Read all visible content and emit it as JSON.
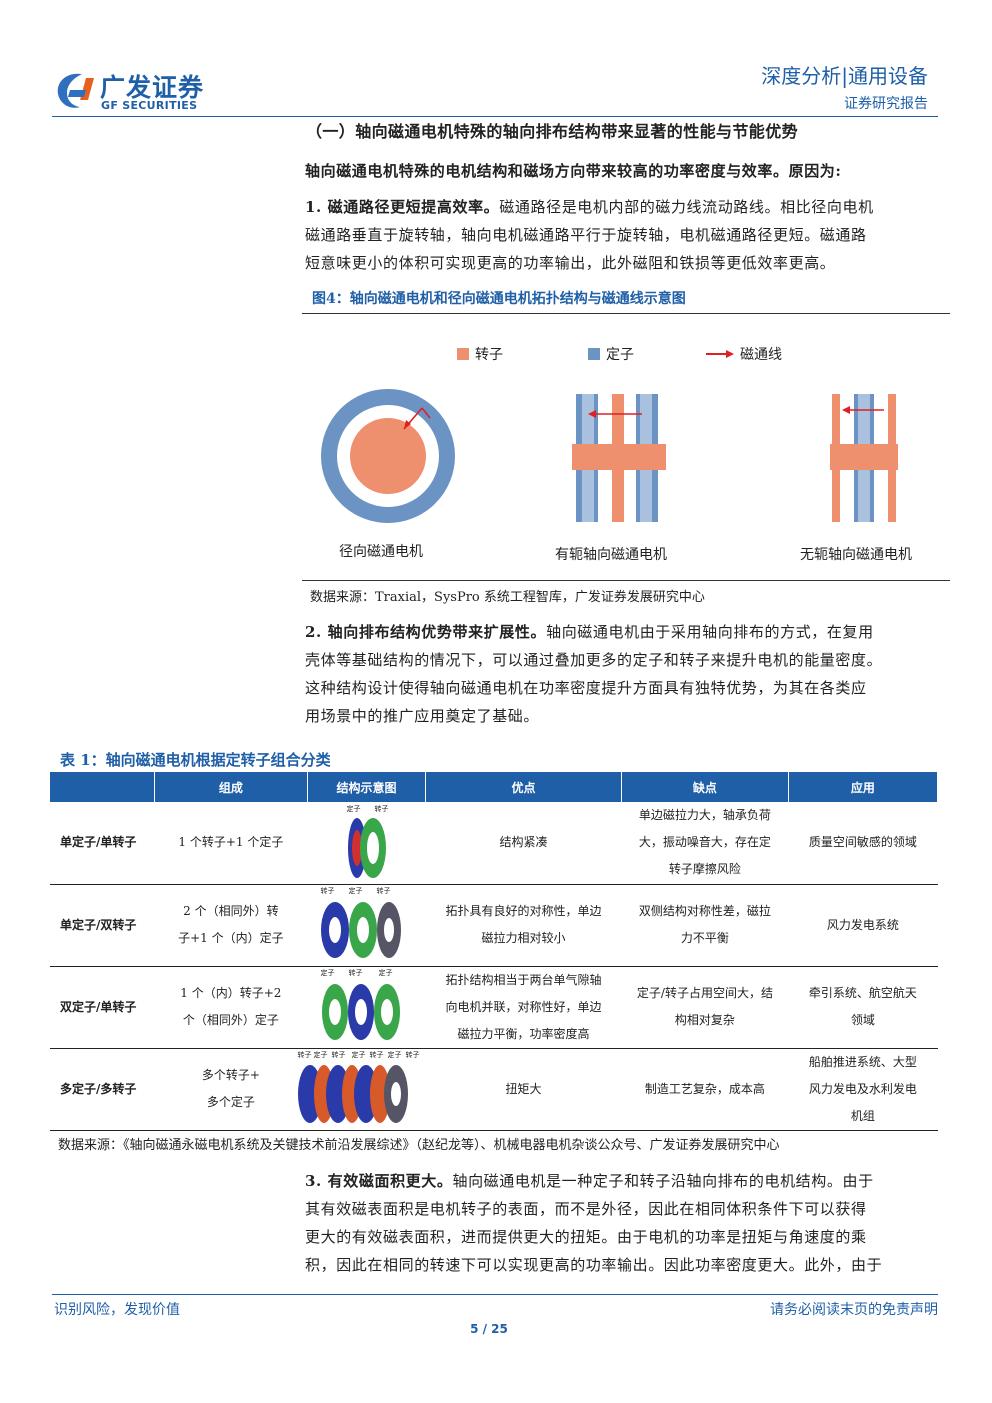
{
  "header": {
    "brand_cn": "广发证券",
    "brand_en": "GF SECURITIES",
    "report_category": "深度分析|通用设备",
    "report_type": "证券研究报告"
  },
  "section": {
    "title": "（一）轴向磁通电机特殊的轴向排布结构带来显著的性能与节能优势",
    "intro": "轴向磁通电机特殊的电机结构和磁场方向带来较高的功率密度与效率。原因为:"
  },
  "point1": {
    "lead": "1. 磁通路径更短提高效率。",
    "line1": "磁通路径是电机内部的磁力线流动路线。相比径向电机",
    "line2": "磁通路垂直于旋转轴，轴向电机磁通路平行于旋转轴，电机磁通路径更短。磁通路",
    "line3": "短意味更小的体积可实现更高的功率输出，此外磁阻和铁损等更低效率更高。"
  },
  "figure4": {
    "title": "图4：轴向磁通电机和径向磁通电机拓扑结构与磁通线示意图",
    "legend_rotor": "转子",
    "legend_stator": "定子",
    "legend_flux": "磁通线",
    "label_radial": "径向磁通电机",
    "label_yoke": "有轭轴向磁通电机",
    "label_yokeless": "无轭轴向磁通电机",
    "source": "数据来源：Traxial，SysPro 系统工程智库，广发证券发展研究中心",
    "colors": {
      "rotor": "#ee8f6e",
      "stator": "#6b93c4",
      "stator_light": "#a9c1de",
      "flux": "#e02020"
    }
  },
  "point2": {
    "lead": "2. 轴向排布结构优势带来扩展性。",
    "line1": "轴向磁通电机由于采用轴向排布的方式，在复用",
    "line2": "壳体等基础结构的情况下，可以通过叠加更多的定子和转子来提升电机的能量密度。",
    "line3": "这种结构设计使得轴向磁通电机在功率密度提升方面具有独特优势，为其在各类应",
    "line4": "用场景中的推广应用奠定了基础。"
  },
  "table1": {
    "title": "表 1：轴向磁通电机根据定转子组合分类",
    "headers": [
      "",
      "组成",
      "结构示意图",
      "优点",
      "缺点",
      "应用"
    ],
    "rows": [
      {
        "cat": "单定子/单转子",
        "comp": [
          "1 个转子+1 个定子"
        ],
        "img_labels": [
          "定子",
          "转子"
        ],
        "pros": [
          "结构紧凑"
        ],
        "cons": [
          "单边磁拉力大，轴承负荷",
          "大，振动噪音大，存在定",
          "转子摩擦风险"
        ],
        "app": [
          "质量空间敏感的领域"
        ]
      },
      {
        "cat": "单定子/双转子",
        "comp": [
          "2 个（相同外）转",
          "子+1 个（内）定子"
        ],
        "img_labels": [
          "转子",
          "定子",
          "转子"
        ],
        "pros": [
          "拓扑具有良好的对称性，单边",
          "磁拉力相对较小"
        ],
        "cons": [
          "双侧结构对称性差，磁拉",
          "力不平衡"
        ],
        "app": [
          "风力发电系统"
        ]
      },
      {
        "cat": "双定子/单转子",
        "comp": [
          "1 个（内）转子+2",
          "个（相同外）定子"
        ],
        "img_labels": [
          "定子",
          "转子",
          "定子"
        ],
        "pros": [
          "拓扑结构相当于两台单气隙轴",
          "向电机并联，对称性好，单边",
          "磁拉力平衡，功率密度高"
        ],
        "cons": [
          "定子/转子占用空间大，结",
          "构相对复杂"
        ],
        "app": [
          "牵引系统、航空航天",
          "领域"
        ]
      },
      {
        "cat": "多定子/多转子",
        "comp": [
          "多个转子+",
          "多个定子"
        ],
        "img_labels": [
          "转子",
          "定子",
          "转子",
          "定子",
          "转子",
          "定子",
          "转子"
        ],
        "pros": [
          "扭矩大"
        ],
        "cons": [
          "制造工艺复杂，成本高"
        ],
        "app": [
          "船舶推进系统、大型",
          "风力发电及水利发电",
          "机组"
        ]
      }
    ],
    "source": "数据来源：《轴向磁通永磁电机系统及关键技术前沿发展综述》（赵纪龙等）、机械电器电机杂谈公众号、广发证券发展研究中心"
  },
  "point3": {
    "lead": "3. 有效磁面积更大。",
    "line1": "轴向磁通电机是一种定子和转子沿轴向排布的电机结构。由于",
    "line2": "其有效磁表面积是电机转子的表面，而不是外径，因此在相同体积条件下可以获得",
    "line3": "更大的有效磁表面积，进而提供更大的扭矩。由于电机的功率是扭矩与角速度的乘",
    "line4": "积，因此在相同的转速下可以实现更高的功率输出。因此功率密度更大。此外，由于"
  },
  "footer": {
    "left": "识别风险，发现价值",
    "right": "请务必阅读末页的免责声明",
    "page": "5 / 25"
  }
}
